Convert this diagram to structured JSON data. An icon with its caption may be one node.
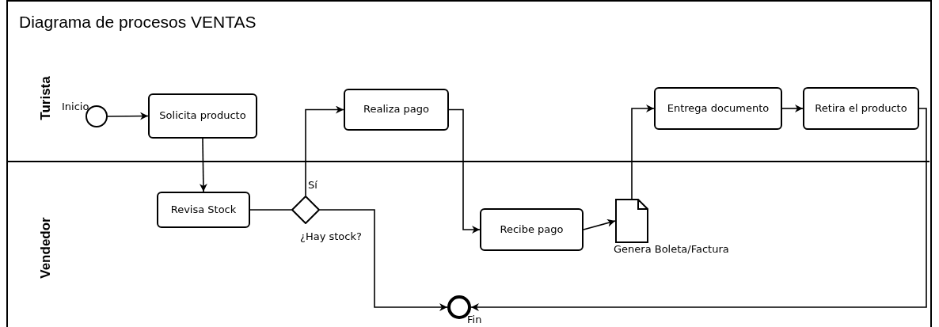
{
  "diagram": {
    "title": "Diagrama de procesos VENTAS",
    "nodes": [
      {
        "text": [
          "Turista"
        ]
      },
      {
        "text": [
          "Vendedor"
        ]
      },
      {
        "text": [],
        "shape": "circle",
        "beside": [
          "Inicio"
        ],
        "in": 0
      },
      {
        "text": [
          "Solicita producto"
        ],
        "in": 0
      },
      {
        "text": [
          "Realiza pago"
        ],
        "in": 0
      },
      {
        "text": [
          "Entrega documento"
        ],
        "in": 0
      },
      {
        "text": [
          "Retira el producto"
        ],
        "in": 0
      },
      {
        "text": [
          "Revisa Stock"
        ],
        "in": 1
      },
      {
        "text": [],
        "shape": "diamond",
        "beside": [
          "¿Hay stock?"
        ],
        "in": 1
      },
      {
        "text": [
          "Recibe pago"
        ],
        "in": 1
      },
      {
        "text": [],
        "shape": "document",
        "beside": [
          "Genera Boleta/Factura"
        ],
        "in": 1
      },
      {
        "text": [],
        "shape": "circle",
        "beside": [
          "Fin"
        ],
        "in": 1
      }
    ],
    "edges": [
      {
        "from": 2,
        "to": 3,
        "arrow": "to"
      },
      {
        "from": 3,
        "to": 7,
        "arrow": "to"
      },
      {
        "from": 7,
        "to": 8,
        "arrow": "none"
      },
      {
        "from": 8,
        "to": 4,
        "arrow": "to",
        "label": "Sí"
      },
      {
        "from": 8,
        "to": 11,
        "arrow": "to"
      },
      {
        "from": 4,
        "to": 9,
        "arrow": "to"
      },
      {
        "from": 9,
        "to": 10,
        "arrow": "to"
      },
      {
        "from": 10,
        "to": 5,
        "arrow": "to"
      },
      {
        "from": 5,
        "to": 6,
        "arrow": "to"
      },
      {
        "from": 6,
        "to": 11,
        "arrow": "to"
      }
    ]
  }
}
